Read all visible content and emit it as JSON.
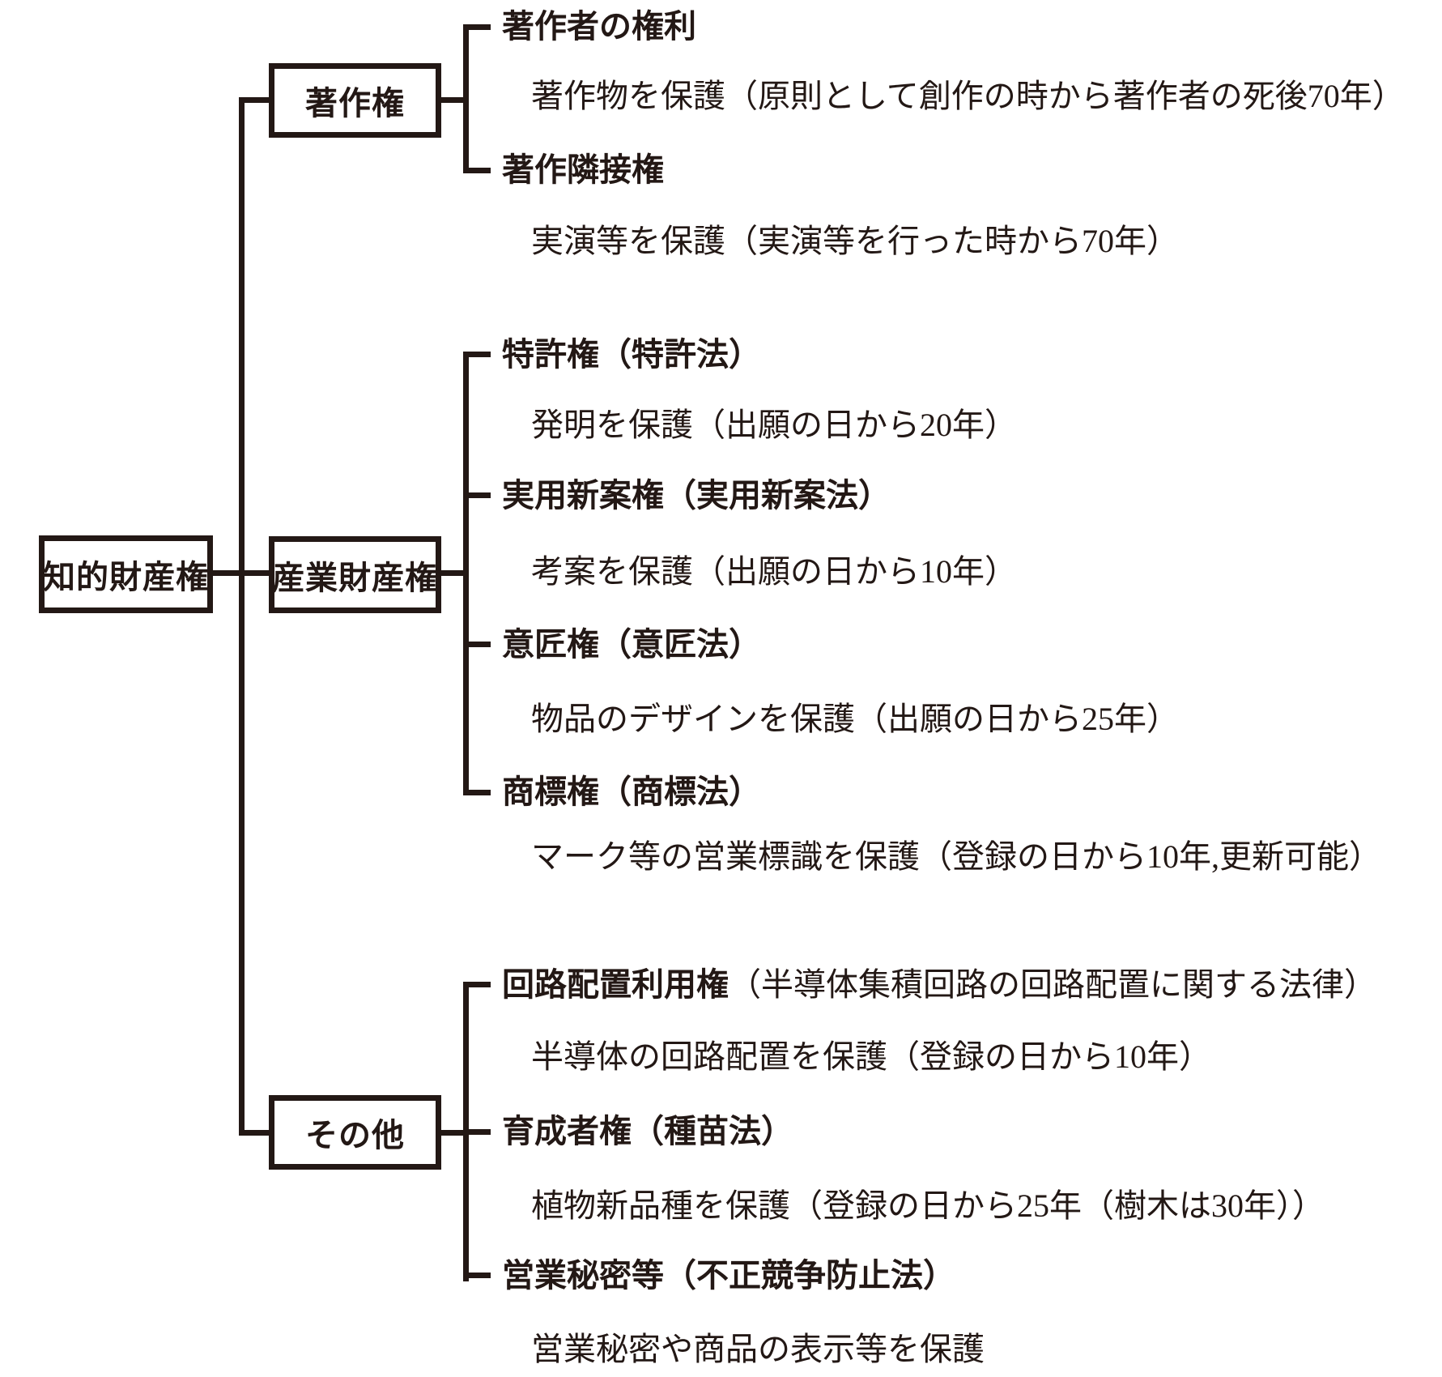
{
  "colors": {
    "ink": "#231815",
    "background": "#ffffff"
  },
  "tree": {
    "root": {
      "label": "知的財産権"
    },
    "branches": [
      {
        "label": "著作権",
        "children": [
          {
            "title": "著作者の権利",
            "desc": "著作物を保護（原則として創作の時から著作者の死後70年）"
          },
          {
            "title": "著作隣接権",
            "desc": "実演等を保護（実演等を行った時から70年）"
          }
        ]
      },
      {
        "label": "産業財産権",
        "children": [
          {
            "title": "特許権（特許法）",
            "desc": "発明を保護（出願の日から20年）"
          },
          {
            "title": "実用新案権（実用新案法）",
            "desc": "考案を保護（出願の日から10年）"
          },
          {
            "title": "意匠権（意匠法）",
            "desc": "物品のデザインを保護（出願の日から25年）"
          },
          {
            "title": "商標権（商標法）",
            "desc": "マーク等の営業標識を保護（登録の日から10年,更新可能）"
          }
        ]
      },
      {
        "label": "その他",
        "children": [
          {
            "title": "回路配置利用権",
            "title_note": "（半導体集積回路の回路配置に関する法律）",
            "desc": "半導体の回路配置を保護（登録の日から10年）"
          },
          {
            "title": "育成者権（種苗法）",
            "desc": "植物新品種を保護（登録の日から25年（樹木は30年））"
          },
          {
            "title": "営業秘密等（不正競争防止法）",
            "desc": "営業秘密や商品の表示等を保護"
          }
        ]
      }
    ]
  }
}
